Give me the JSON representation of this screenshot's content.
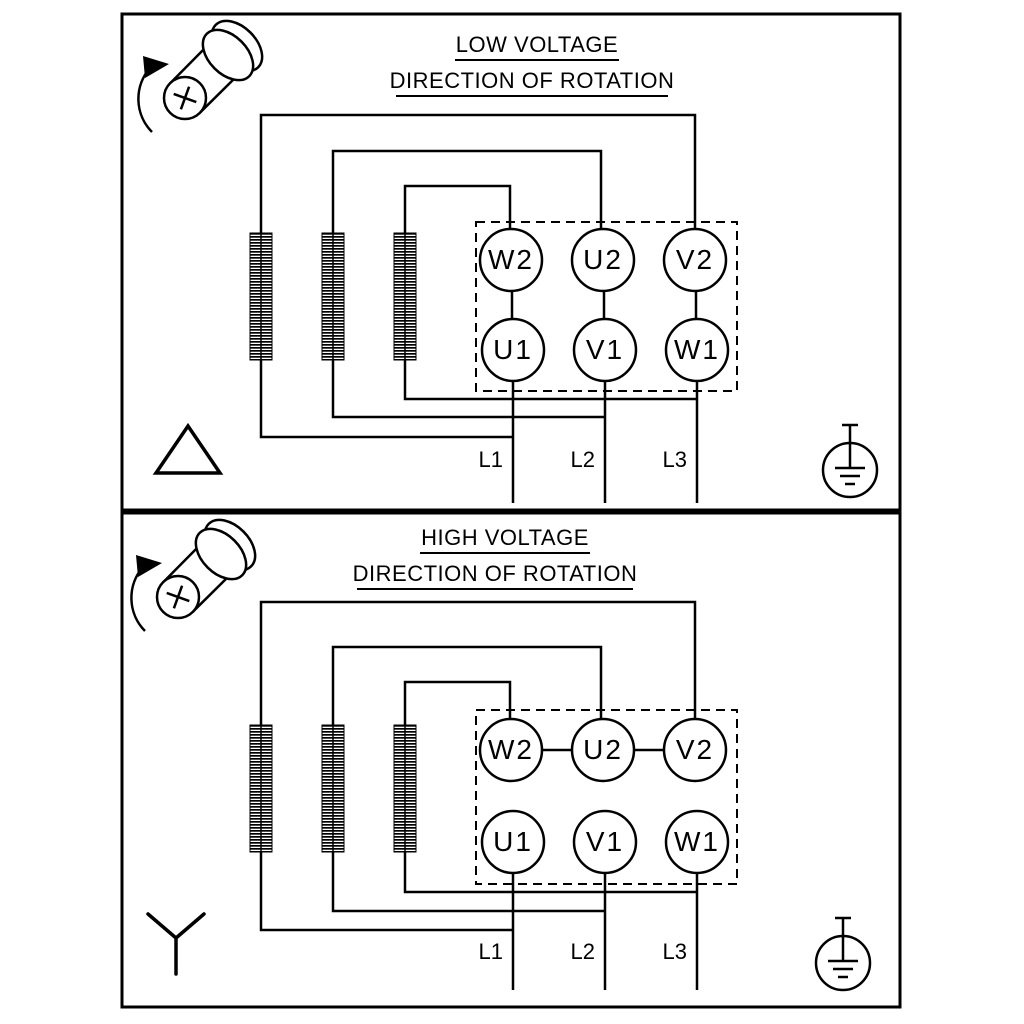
{
  "figure": {
    "kind": "motor-terminal-wiring-diagram",
    "line_color": "#000000",
    "background_color": "#ffffff"
  },
  "panels": [
    {
      "name": "low-voltage",
      "title": "LOW VOLTAGE",
      "subtitle": "DIRECTION OF ROTATION",
      "connection": "delta",
      "terminals_top": [
        "W2",
        "U2",
        "V2"
      ],
      "terminals_bottom": [
        "U1",
        "V1",
        "W1"
      ],
      "supply_lines": [
        "L1",
        "L2",
        "L3"
      ],
      "icons": [
        "shaft-rotation-icon",
        "delta-icon",
        "earth-ground-icon"
      ]
    },
    {
      "name": "high-voltage",
      "title": "HIGH VOLTAGE",
      "subtitle": "DIRECTION OF ROTATION",
      "connection": "star",
      "terminals_top": [
        "W2",
        "U2",
        "V2"
      ],
      "terminals_bottom": [
        "U1",
        "V1",
        "W1"
      ],
      "supply_lines": [
        "L1",
        "L2",
        "L3"
      ],
      "icons": [
        "shaft-rotation-icon",
        "wye-icon",
        "earth-ground-icon"
      ]
    }
  ]
}
